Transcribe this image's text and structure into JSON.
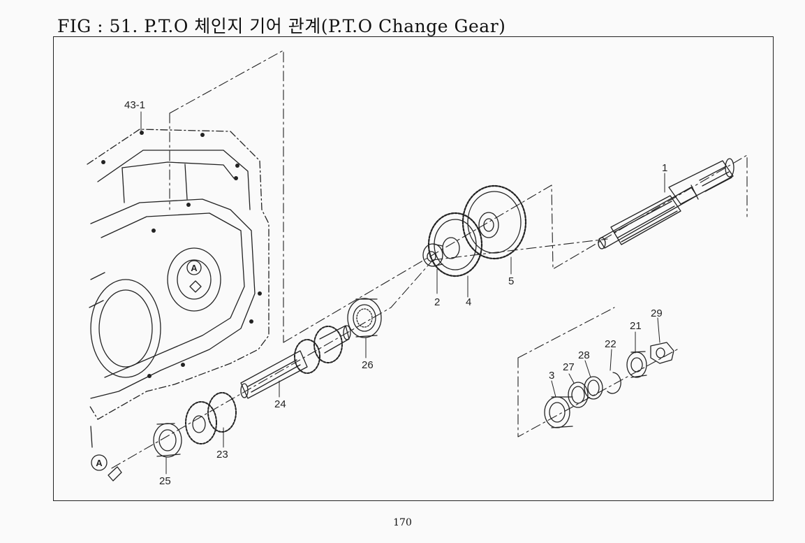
{
  "title": "FIG : 51. P.T.O 체인지 기어 관계(P.T.O Change Gear)",
  "page_number": "170",
  "reference_mark": "A",
  "callouts": {
    "c43_1": "43-1",
    "c1": "1",
    "c2": "2",
    "c3": "3",
    "c4": "4",
    "c5": "5",
    "c21": "21",
    "c22": "22",
    "c23": "23",
    "c24": "24",
    "c25": "25",
    "c26": "26",
    "c27": "27",
    "c28": "28",
    "c29": "29"
  }
}
